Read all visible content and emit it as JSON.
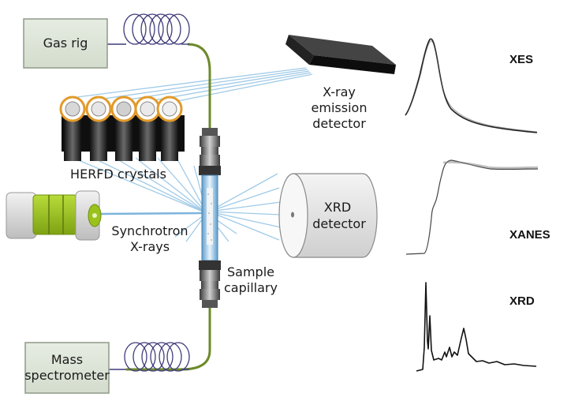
{
  "labels": {
    "gas_rig": "Gas rig",
    "mass_spec_line1": "Mass",
    "mass_spec_line2": "spectrometer",
    "xray_det_line1": "X-ray",
    "xray_det_line2": "emission",
    "xray_det_line3": "detector",
    "herfd": "HERFD crystals",
    "synch_line1": "Synchrotron",
    "synch_line2": "X-rays",
    "xrd_det_line1": "XRD",
    "xrd_det_line2": "detector",
    "sample_line1": "Sample",
    "sample_line2": "capillary"
  },
  "spectra": {
    "xes": "XES",
    "xanes": "XANES",
    "xrd": "XRD"
  },
  "colors": {
    "box_fill": "#dfe7d9",
    "box_stroke": "#8f9a88",
    "tube": "#6c8a2a",
    "coil": "#3f3c7a",
    "beam": "#8fc1e3",
    "green": "#9ac21c",
    "curve": "#222222"
  },
  "icons": [
    "coil-icon",
    "detector-plate-icon",
    "crystal-icon",
    "source-icon",
    "cylinder-detector-icon",
    "capillary-icon"
  ]
}
